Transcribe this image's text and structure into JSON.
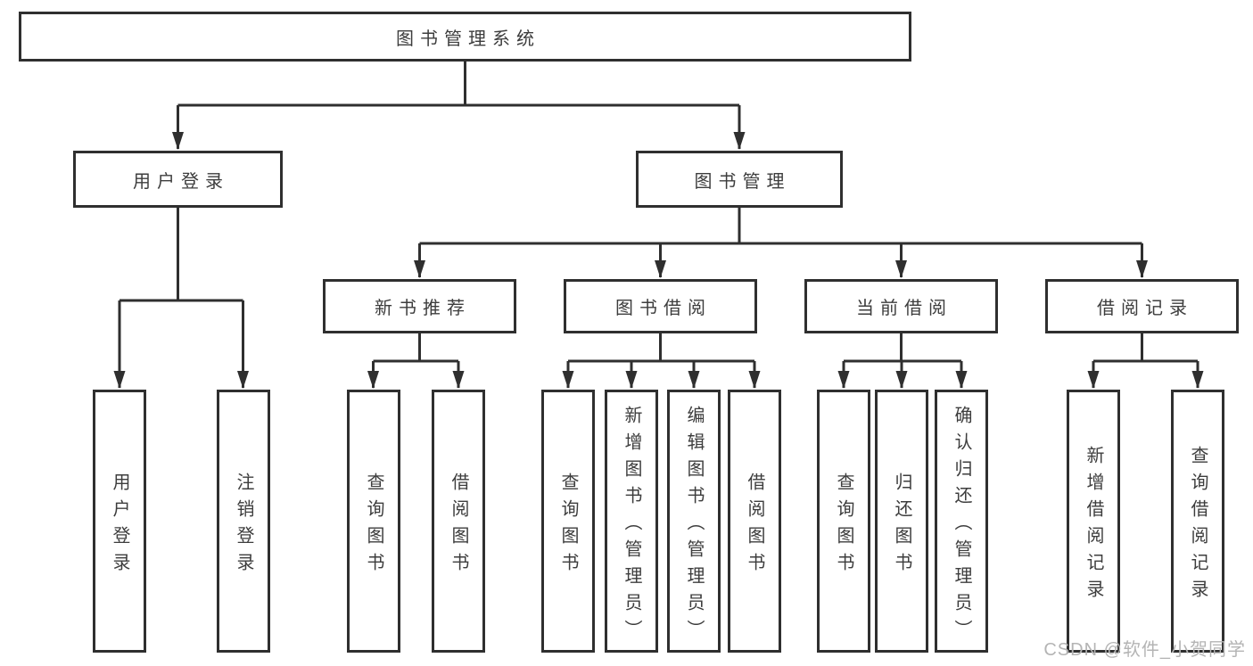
{
  "watermark": "CSDN @软件_小贺同学",
  "colors": {
    "line": "#2f2f2f",
    "text": "#3d3d3d",
    "watermark": "#b4b4b4"
  },
  "nodes": {
    "root": "图书管理系统",
    "branch_user": "用户登录",
    "branch_books": "图书管理",
    "mod_new_books": "新书推荐",
    "mod_borrow": "图书借阅",
    "mod_current": "当前借阅",
    "mod_records": "借阅记录",
    "leaf_user_login": "用户登录",
    "leaf_user_logout": "注销登录",
    "leaf_new_query": "查询图书",
    "leaf_new_borrow": "借阅图书",
    "leaf_borrow_query": "查询图书",
    "leaf_borrow_add": "新增图书（管理员）",
    "leaf_borrow_edit": "编辑图书（管理员）",
    "leaf_borrow_borrow": "借阅图书",
    "leaf_current_query": "查询图书",
    "leaf_current_return": "归还图书",
    "leaf_current_confirm": "确认归还（管理员）",
    "leaf_records_add": "新增借阅记录",
    "leaf_records_query": "查询借阅记录"
  }
}
